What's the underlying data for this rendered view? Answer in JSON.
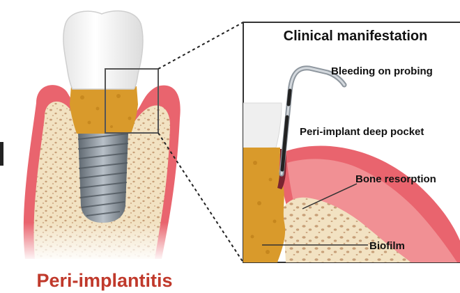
{
  "title": "Peri-implantitis",
  "panel": {
    "title": "Clinical manifestation",
    "labels": {
      "bleeding": "Bleeding on probing",
      "pocket": "Peri-implant deep pocket",
      "bone": "Bone resorption",
      "biofilm": "Biofilm"
    }
  },
  "colors": {
    "title": "#c0392b",
    "gingiva": "#e9646e",
    "gingiva_light": "#f3a2a4",
    "bone": "#f2e2c2",
    "bone_speckle": "#c79f78",
    "biofilm": "#d99a2b",
    "crown": "#f7f7f7",
    "implant": "#8c96a0"
  }
}
